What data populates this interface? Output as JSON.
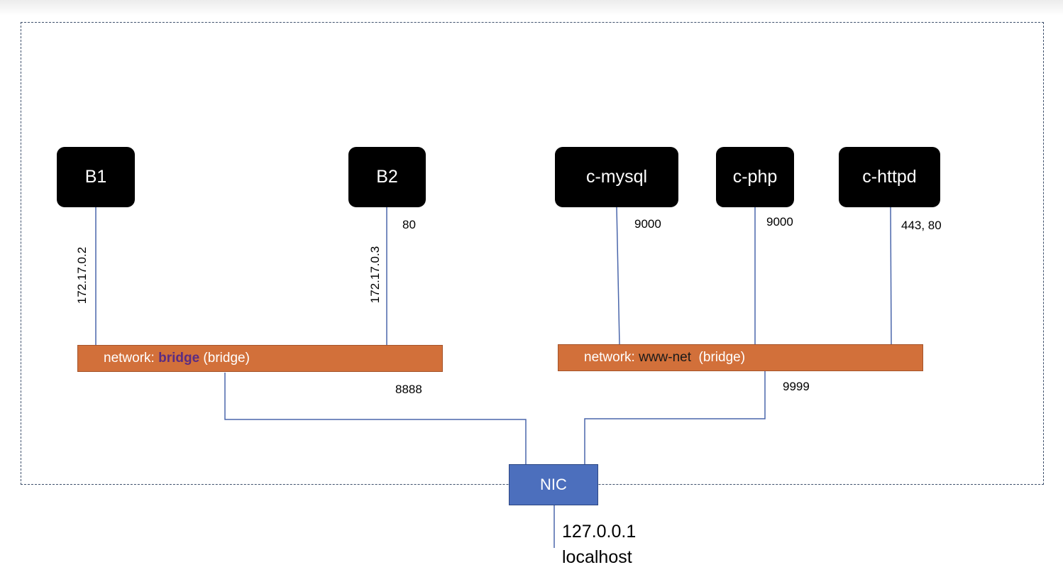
{
  "nodes": {
    "b1": "B1",
    "b2": "B2",
    "c_mysql": "c-mysql",
    "c_php": "c-php",
    "c_httpd": "c-httpd"
  },
  "networks": {
    "bridge": {
      "prefix": "network: ",
      "name": "bridge",
      "suffix": " (bridge)"
    },
    "www_net": {
      "prefix": "network: ",
      "name": "www-net",
      "suffix": "  (bridge)"
    }
  },
  "labels": {
    "b1_ip": "172.17.0.2",
    "b2_ip": "172.17.0.3",
    "b2_port": "80",
    "mysql_port": "9000",
    "php_port": "9000",
    "httpd_ports": "443, 80",
    "bridge_port": "8888",
    "www_port": "9999"
  },
  "nic": "NIC",
  "host": {
    "ip": "127.0.0.1",
    "name": "localhost"
  },
  "colors": {
    "node": "#000000",
    "network": "#d2703a",
    "network_name_bridge": "#5b2c82",
    "nic": "#4c6fbd",
    "wire": "#4a66ab",
    "frame": "#3d4f6b"
  }
}
